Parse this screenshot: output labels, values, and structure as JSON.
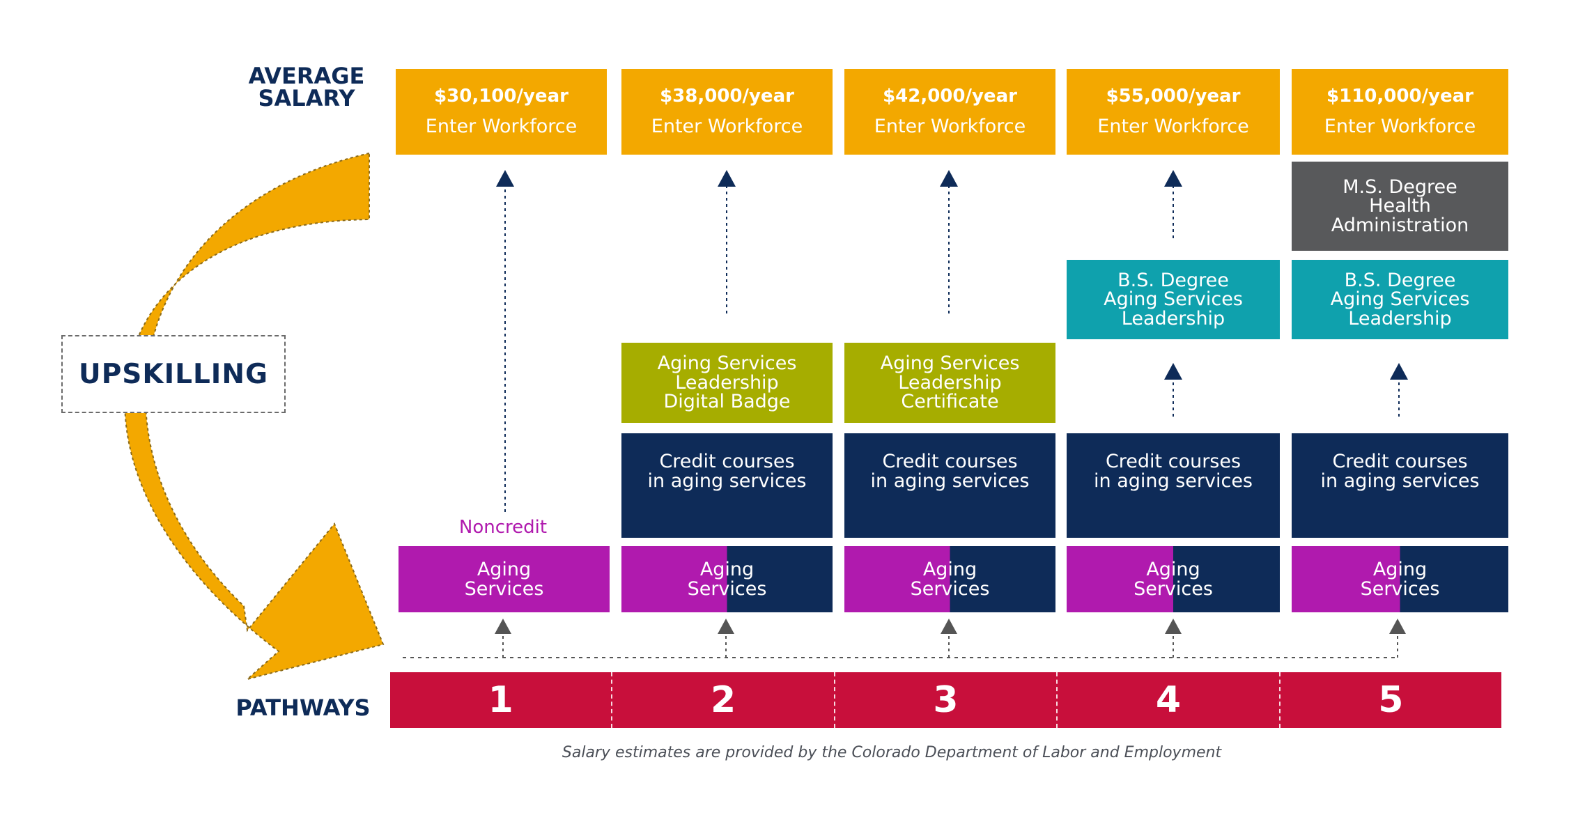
{
  "labels": {
    "average_salary_line1": "AVERAGE",
    "average_salary_line2": "SALARY",
    "pathways": "PATHWAYS",
    "upskilling": "UPSKILLING",
    "noncredit": "Noncredit",
    "footnote": "Salary estimates are provided by the Colorado Department of Labor and Employment"
  },
  "colors": {
    "salary": "#F3A800",
    "navy": "#0E2B58",
    "magenta": "#B01AAE",
    "teal": "#0FA1AD",
    "olive": "#A6AD00",
    "gray": "#58595B",
    "crimson": "#C80F3B"
  },
  "pathways": [
    {
      "number": "1",
      "salary": "$30,100/year",
      "outcome": "Enter Workforce",
      "aging_line1": "Aging",
      "aging_line2": "Services"
    },
    {
      "number": "2",
      "salary": "$38,000/year",
      "outcome": "Enter Workforce",
      "aging_line1": "Aging",
      "aging_line2": "Services",
      "credit_line1": "Credit courses",
      "credit_line2": "in aging services",
      "credential_line1": "Aging Services",
      "credential_line2": "Leadership",
      "credential_line3": "Digital Badge"
    },
    {
      "number": "3",
      "salary": "$42,000/year",
      "outcome": "Enter Workforce",
      "aging_line1": "Aging",
      "aging_line2": "Services",
      "credit_line1": "Credit courses",
      "credit_line2": "in aging services",
      "credential_line1": "Aging Services",
      "credential_line2": "Leadership",
      "credential_line3": "Certificate"
    },
    {
      "number": "4",
      "salary": "$55,000/year",
      "outcome": "Enter Workforce",
      "aging_line1": "Aging",
      "aging_line2": "Services",
      "credit_line1": "Credit courses",
      "credit_line2": "in aging services",
      "bs_line1": "B.S. Degree",
      "bs_line2": "Aging Services",
      "bs_line3": "Leadership"
    },
    {
      "number": "5",
      "salary": "$110,000/year",
      "outcome": "Enter Workforce",
      "aging_line1": "Aging",
      "aging_line2": "Services",
      "credit_line1": "Credit courses",
      "credit_line2": "in aging services",
      "bs_line1": "B.S. Degree",
      "bs_line2": "Aging Services",
      "bs_line3": "Leadership",
      "ms_line1": "M.S. Degree",
      "ms_line2": "Health",
      "ms_line3": "Administration"
    }
  ]
}
